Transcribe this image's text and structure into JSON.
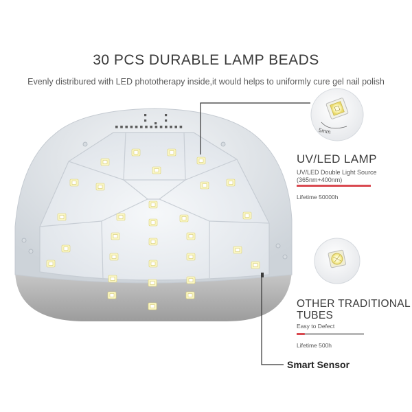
{
  "header": {
    "title": "30 PCS DURABLE LAMP BEADS",
    "subtitle": "Evenly distribured with LED phototherapy inside,it would helps to uniformly cure gel nail polish"
  },
  "uv_led": {
    "bead_size_label": "5mm",
    "title": "UV/LED LAMP",
    "desc_line1": "UV/LED Double Light Source",
    "desc_line2": "(365nm+400nm)",
    "lifetime": "Lifetime 50000h",
    "bar_fraction": 1.0
  },
  "tubes": {
    "title_line1": "OTHER TRADITIONAL",
    "title_line2": "TUBES",
    "desc": "Easy to Defect",
    "lifetime": "Lifetime 500h",
    "bar_fraction": 0.12
  },
  "sensor": {
    "label": "Smart Sensor"
  },
  "colors": {
    "accent_red": "#d9484f",
    "bar_gray": "#b8b8b8",
    "text_dark": "#3a3a3a"
  }
}
